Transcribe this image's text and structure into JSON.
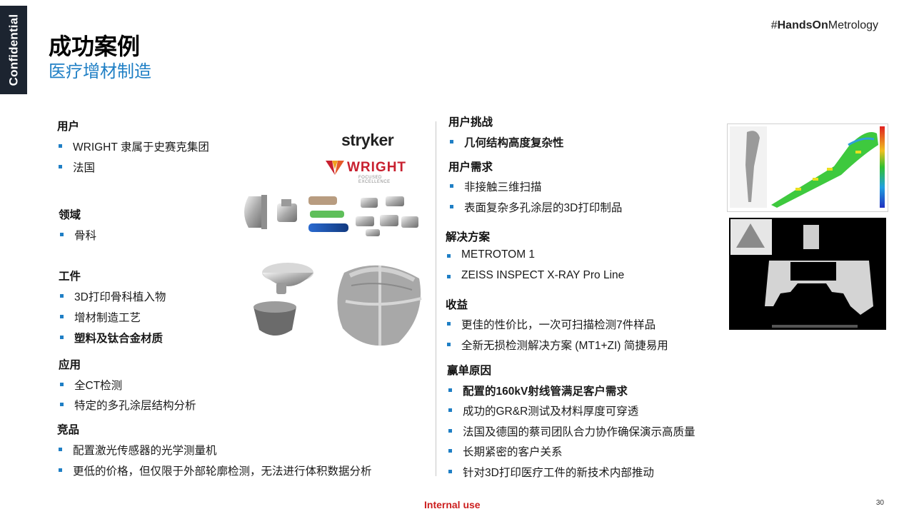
{
  "confidential": "Confidential",
  "title": "成功案例",
  "subtitle": "医疗增材制造",
  "hashtag": {
    "prefix": "#",
    "bold": "HandsOn",
    "suffix": "Metrology"
  },
  "left": {
    "user": {
      "heading": "用户",
      "items": [
        "WRIGHT 隶属于史赛克集团",
        "法国"
      ]
    },
    "domain": {
      "heading": "领域",
      "items": [
        "骨科"
      ]
    },
    "workpiece": {
      "heading": "工件",
      "items": [
        "3D打印骨科植入物",
        "增材制造工艺",
        "塑料及钛合金材质"
      ]
    },
    "application": {
      "heading": "应用",
      "items": [
        "全CT检测",
        "特定的多孔涂层结构分析"
      ]
    },
    "competitor": {
      "heading": "竞品",
      "items": [
        "配置激光传感器的光学测量机",
        "更低的价格，但仅限于外部轮廓检测，无法进行体积数据分析"
      ]
    }
  },
  "logos": {
    "stryker": "stryker",
    "wright": "WRIGHT",
    "wright_tag": "FOCUSED EXCELLENCE"
  },
  "right": {
    "challenge": {
      "heading": "用户挑战",
      "items": [
        "几何结构高度复杂性"
      ]
    },
    "needs": {
      "heading": "用户需求",
      "items": [
        "非接触三维扫描",
        "表面复杂多孔涂层的3D打印制品"
      ]
    },
    "solution": {
      "heading": "解决方案",
      "items": [
        "METROTOM 1",
        "ZEISS INSPECT X-RAY Pro Line"
      ]
    },
    "benefit": {
      "heading": "收益",
      "items": [
        "更佳的性价比，一次可扫描检测7件样品",
        "全新无损检测解决方案 (MT1+ZI) 简捷易用"
      ]
    },
    "reasons": {
      "heading": "赢单原因",
      "items": [
        "配置的160kV射线管满足客户需求",
        "成功的GR&R测试及材料厚度可穿透",
        "法国及德国的蔡司团队合力协作确保演示高质量",
        "长期紧密的客户关系",
        "针对3D打印医疗工件的新技术内部推动"
      ]
    }
  },
  "footer": {
    "internal": "Internal use",
    "page": "30"
  }
}
